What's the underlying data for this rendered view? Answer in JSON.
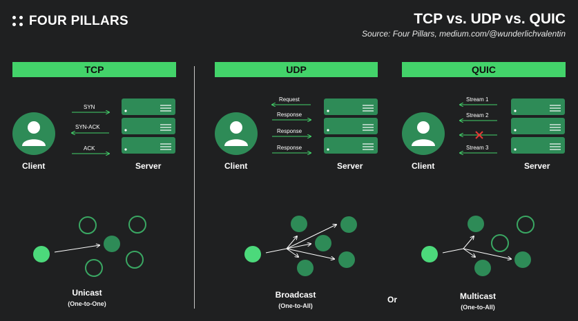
{
  "brand": {
    "name": "FOUR PILLARS"
  },
  "title": "TCP vs. UDP vs. QUIC",
  "source": "Source: Four Pillars, medium.com/@wunderlichvalentin",
  "colors": {
    "accent": "#43d36a",
    "server": "#2e8b57",
    "background": "#1f2021",
    "error": "#e53935"
  },
  "panels": {
    "tcp": {
      "header": "TCP",
      "client": "Client",
      "server": "Server",
      "arrows": [
        "SYN",
        "SYN-ACK",
        "ACK"
      ]
    },
    "udp": {
      "header": "UDP",
      "client": "Client",
      "server": "Server",
      "arrows": [
        "Request",
        "Response",
        "Response",
        "Response"
      ]
    },
    "quic": {
      "header": "QUIC",
      "client": "Client",
      "server": "Server",
      "arrows": [
        "Stream 1",
        "Stream 2",
        "Stream 3"
      ]
    }
  },
  "casts": {
    "unicast": {
      "label": "Unicast",
      "sub": "(One-to-One)"
    },
    "broadcast": {
      "label": "Broadcast",
      "sub": "(One-to-All)"
    },
    "or": "Or",
    "multicast": {
      "label": "Multicast",
      "sub": "(One-to-All)"
    }
  }
}
